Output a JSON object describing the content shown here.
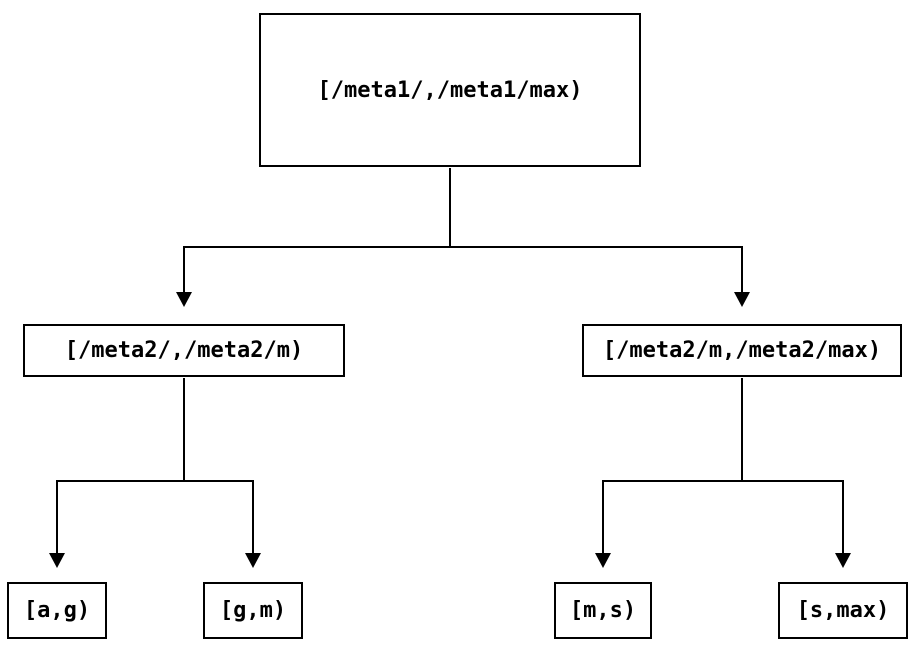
{
  "diagram": {
    "type": "tree",
    "colors": {
      "background": "#ffffff",
      "stroke": "#000000",
      "text": "#000000"
    },
    "nodes": {
      "root": {
        "label": "[/meta1/,/meta1/max)"
      },
      "left": {
        "label": "[/meta2/,/meta2/m)"
      },
      "right": {
        "label": "[/meta2/m,/meta2/max)"
      },
      "leaf_ag": {
        "label": "[a,g)"
      },
      "leaf_gm": {
        "label": "[g,m)"
      },
      "leaf_ms": {
        "label": "[m,s)"
      },
      "leaf_smax": {
        "label": "[s,max)"
      }
    },
    "edges": [
      {
        "from": "root",
        "to": "left"
      },
      {
        "from": "root",
        "to": "right"
      },
      {
        "from": "left",
        "to": "leaf_ag"
      },
      {
        "from": "left",
        "to": "leaf_gm"
      },
      {
        "from": "right",
        "to": "leaf_ms"
      },
      {
        "from": "right",
        "to": "leaf_smax"
      }
    ]
  }
}
